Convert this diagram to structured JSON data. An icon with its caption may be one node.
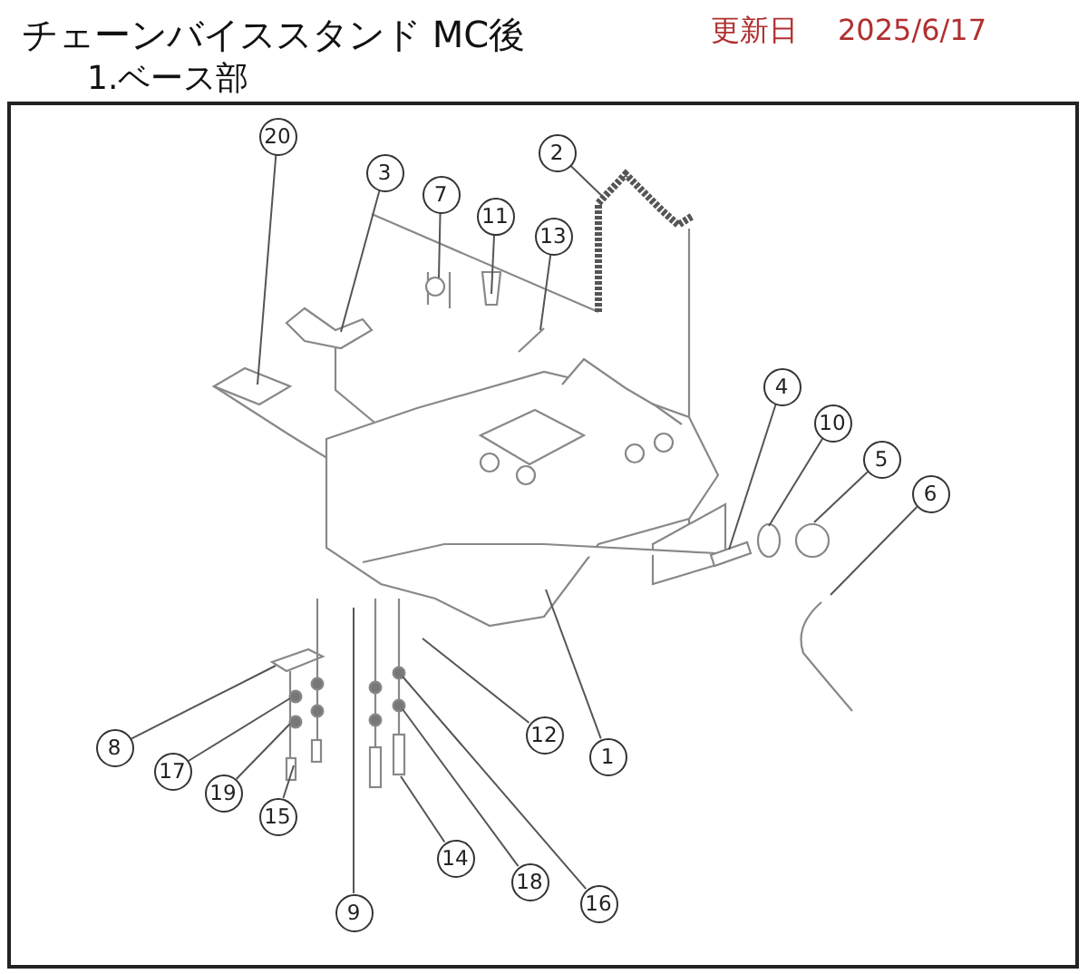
{
  "diagram": {
    "title": "チェーンバイススタンド MC後",
    "nodes": [
      {
        "text": [
          "20"
        ]
      },
      {
        "text": [
          "2"
        ]
      },
      {
        "text": [
          "3"
        ]
      },
      {
        "text": [
          "7"
        ]
      },
      {
        "text": [
          "11"
        ]
      },
      {
        "text": [
          "13"
        ]
      },
      {
        "text": [
          "4"
        ]
      },
      {
        "text": [
          "10"
        ]
      },
      {
        "text": [
          "5"
        ]
      },
      {
        "text": [
          "6"
        ]
      },
      {
        "text": [
          "12"
        ]
      },
      {
        "text": [
          "1"
        ]
      },
      {
        "text": [
          "8"
        ]
      },
      {
        "text": [
          "17"
        ]
      },
      {
        "text": [
          "19"
        ]
      },
      {
        "text": [
          "15"
        ]
      },
      {
        "text": [
          "14"
        ]
      },
      {
        "text": [
          "18"
        ]
      },
      {
        "text": [
          "16"
        ]
      },
      {
        "text": [
          "9"
        ]
      }
    ],
    "edges": [
      {
        "from": 0,
        "to": null,
        "arrow": "none"
      },
      {
        "from": 1,
        "to": null,
        "arrow": "none"
      },
      {
        "from": 2,
        "to": null,
        "arrow": "none"
      },
      {
        "from": 3,
        "to": null,
        "arrow": "none"
      },
      {
        "from": 4,
        "to": null,
        "arrow": "none"
      },
      {
        "from": 5,
        "to": null,
        "arrow": "none"
      },
      {
        "from": 6,
        "to": null,
        "arrow": "none"
      },
      {
        "from": 7,
        "to": null,
        "arrow": "none"
      },
      {
        "from": 8,
        "to": null,
        "arrow": "none"
      },
      {
        "from": 9,
        "to": null,
        "arrow": "none"
      },
      {
        "from": 10,
        "to": null,
        "arrow": "none"
      },
      {
        "from": 11,
        "to": null,
        "arrow": "none"
      },
      {
        "from": 12,
        "to": null,
        "arrow": "none"
      },
      {
        "from": 13,
        "to": null,
        "arrow": "none"
      },
      {
        "from": 14,
        "to": null,
        "arrow": "none"
      },
      {
        "from": 15,
        "to": null,
        "arrow": "none"
      },
      {
        "from": 16,
        "to": null,
        "arrow": "none"
      },
      {
        "from": 17,
        "to": null,
        "arrow": "none"
      },
      {
        "from": 18,
        "to": null,
        "arrow": "none"
      },
      {
        "from": 19,
        "to": null,
        "arrow": "none"
      }
    ],
    "labels": [
      "更新日",
      "2025/6/17",
      "1.ベース部"
    ]
  }
}
